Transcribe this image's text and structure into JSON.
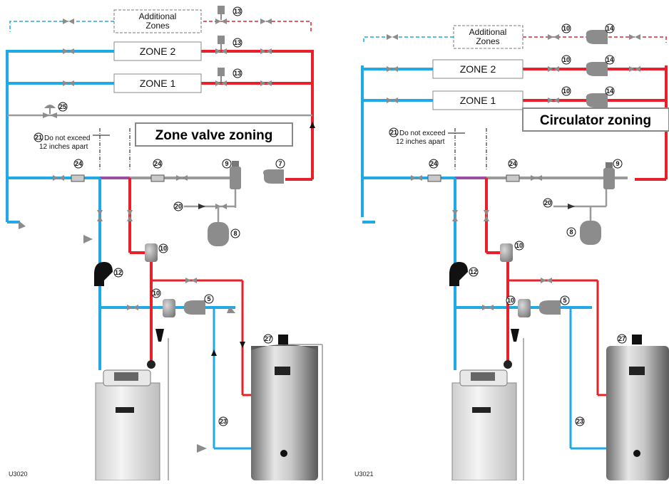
{
  "left_diagram": {
    "title": "Zone valve zoning",
    "zones": [
      "Additional Zones",
      "ZONE 2",
      "ZONE 1"
    ],
    "note_number": "21",
    "note_line1": "Do not exceed",
    "note_line2": "12 inches apart",
    "code": "U3020",
    "callouts": [
      "13",
      "13",
      "13",
      "25",
      "24",
      "24",
      "9",
      "7",
      "20",
      "8",
      "10",
      "10",
      "5",
      "12",
      "27",
      "23"
    ]
  },
  "right_diagram": {
    "title": "Circulator zoning",
    "zones": [
      "Additional Zones",
      "ZONE 2",
      "ZONE 1"
    ],
    "note_number": "21",
    "note_line1": "Do not exceed",
    "note_line2": "12 inches apart",
    "code": "U3021",
    "callouts": [
      "10",
      "14",
      "10",
      "14",
      "10",
      "14",
      "24",
      "24",
      "9",
      "20",
      "8",
      "10",
      "10",
      "5",
      "12",
      "27",
      "23"
    ]
  },
  "colors": {
    "supply": "#e8202a",
    "return": "#1fa9e6",
    "neutral": "#9a9a9a",
    "device": "#8c8c8c",
    "black": "#111111"
  }
}
